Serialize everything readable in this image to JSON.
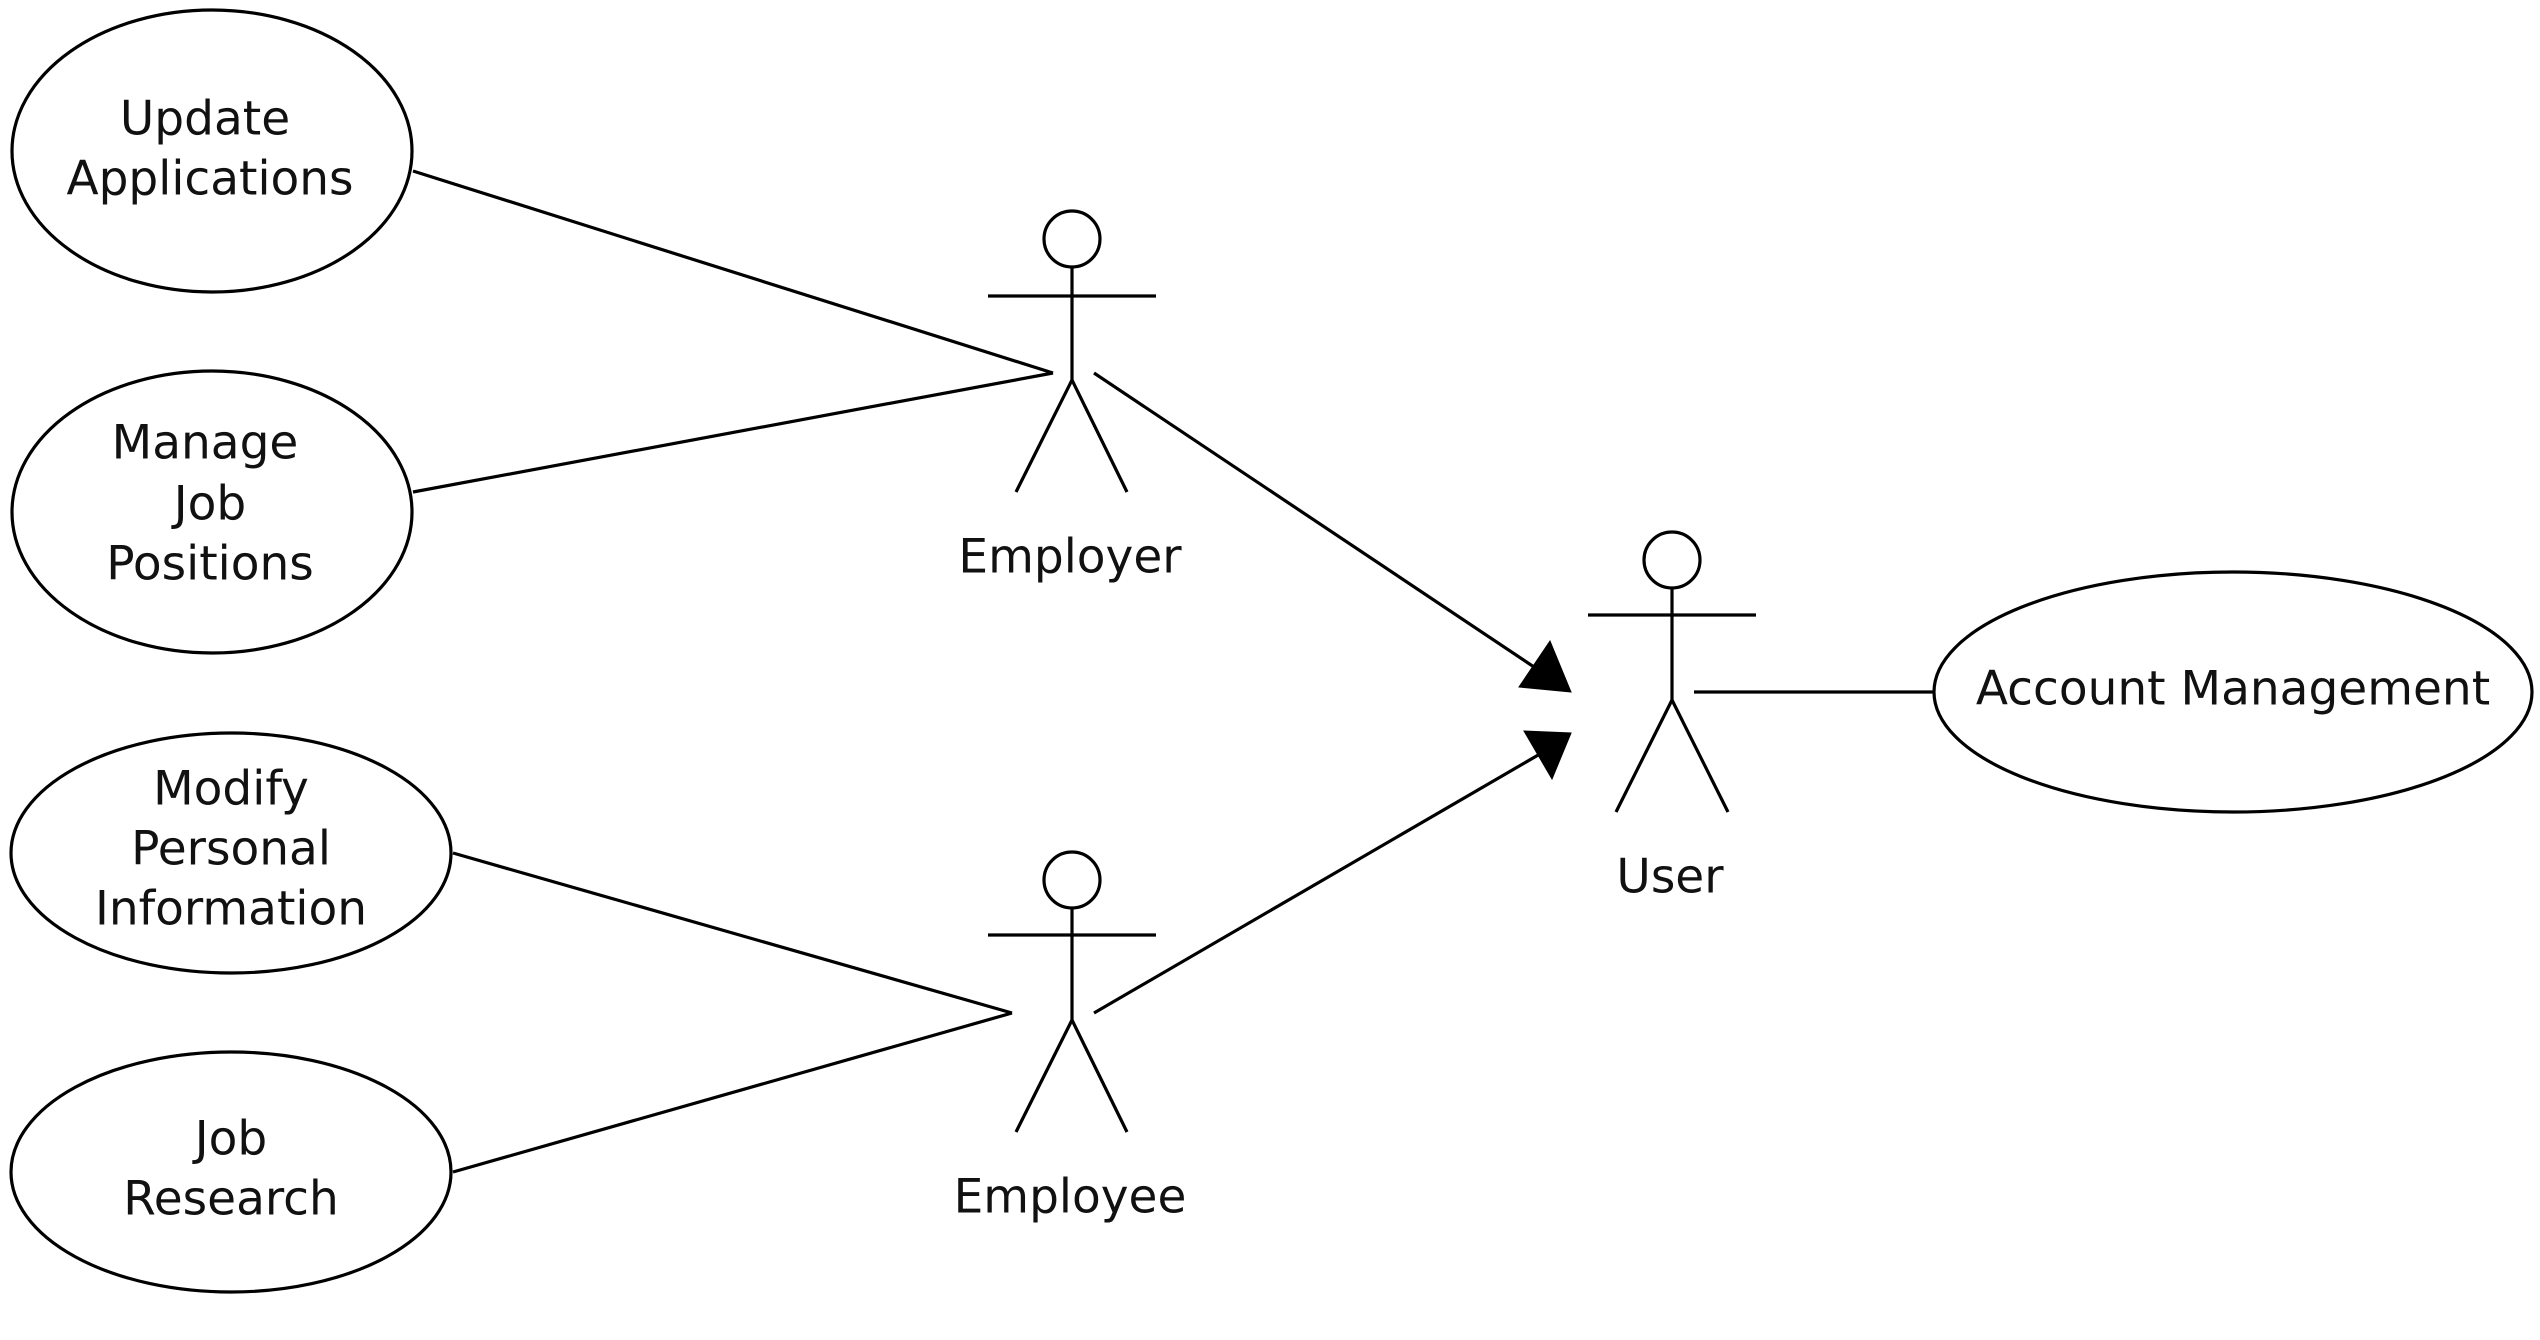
{
  "use_cases": {
    "update_applications": {
      "line1": "Update",
      "line2": "Applications"
    },
    "manage_job_positions": {
      "line1": "Manage",
      "line2": "Job",
      "line3": "Positions"
    },
    "modify_personal_information": {
      "line1": "Modify",
      "line2": "Personal",
      "line3": "Information"
    },
    "job_research": {
      "line1": "Job",
      "line2": "Research"
    },
    "account_management": {
      "line1": "Account Management"
    }
  },
  "actors": {
    "employer": {
      "label": "Employer"
    },
    "employee": {
      "label": "Employee"
    },
    "user": {
      "label": "User"
    }
  },
  "relationships": {
    "associations": [
      [
        "Update Applications",
        "Employer"
      ],
      [
        "Manage Job Positions",
        "Employer"
      ],
      [
        "Modify Personal Information",
        "Employee"
      ],
      [
        "Job Research",
        "Employee"
      ],
      [
        "User",
        "Account Management"
      ]
    ],
    "generalizations": [
      [
        "Employer",
        "User"
      ],
      [
        "Employee",
        "User"
      ]
    ]
  },
  "colors": {
    "stroke": "#000000",
    "fill": "#ffffff",
    "text": "#111111"
  }
}
